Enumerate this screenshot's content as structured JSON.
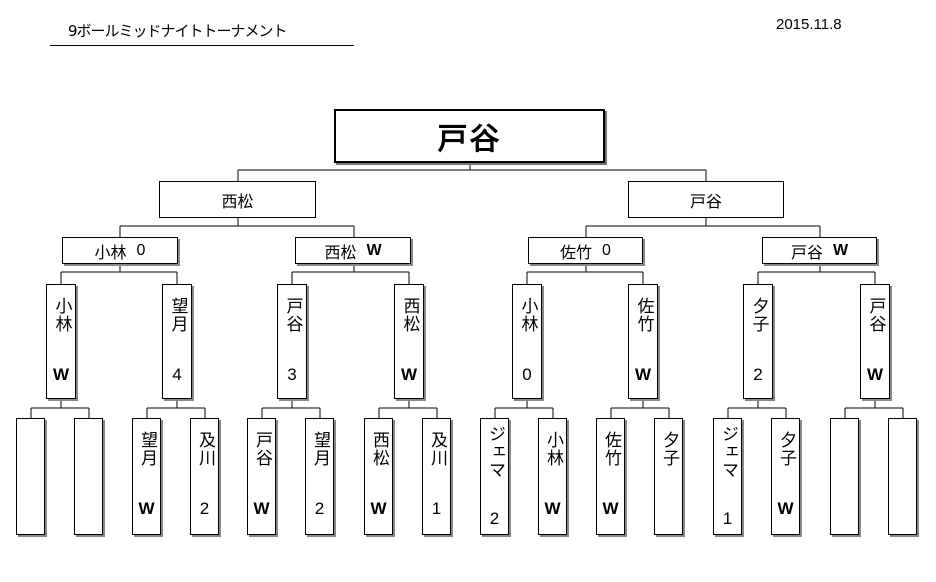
{
  "title": "9ボールミッドナイトトーナメント",
  "date": "2015.11.8",
  "champion": "戸谷",
  "semifinal": [
    "西松",
    "戸谷"
  ],
  "quarterfinal": [
    {
      "name": "小林",
      "result": "0"
    },
    {
      "name": "西松",
      "result": "W"
    },
    {
      "name": "佐竹",
      "result": "0"
    },
    {
      "name": "戸谷",
      "result": "W"
    }
  ],
  "round2": [
    {
      "name": "小林",
      "result": "W"
    },
    {
      "name": "望月",
      "result": "4"
    },
    {
      "name": "戸谷",
      "result": "3"
    },
    {
      "name": "西松",
      "result": "W"
    },
    {
      "name": "小林",
      "result": "0"
    },
    {
      "name": "佐竹",
      "result": "W"
    },
    {
      "name": "夕子",
      "result": "2"
    },
    {
      "name": "戸谷",
      "result": "W"
    }
  ],
  "round1": [
    {
      "name": "",
      "result": ""
    },
    {
      "name": "",
      "result": ""
    },
    {
      "name": "望月",
      "result": "W"
    },
    {
      "name": "及川",
      "result": "2"
    },
    {
      "name": "戸谷",
      "result": "W"
    },
    {
      "name": "望月",
      "result": "2"
    },
    {
      "name": "西松",
      "result": "W"
    },
    {
      "name": "及川",
      "result": "1"
    },
    {
      "name": "ジェマ",
      "result": "2"
    },
    {
      "name": "小林",
      "result": "W"
    },
    {
      "name": "佐竹",
      "result": "W"
    },
    {
      "name": "夕子",
      "result": ""
    },
    {
      "name": "ジェマ",
      "result": "1"
    },
    {
      "name": "夕子",
      "result": "W"
    },
    {
      "name": "",
      "result": ""
    },
    {
      "name": "",
      "result": ""
    }
  ]
}
